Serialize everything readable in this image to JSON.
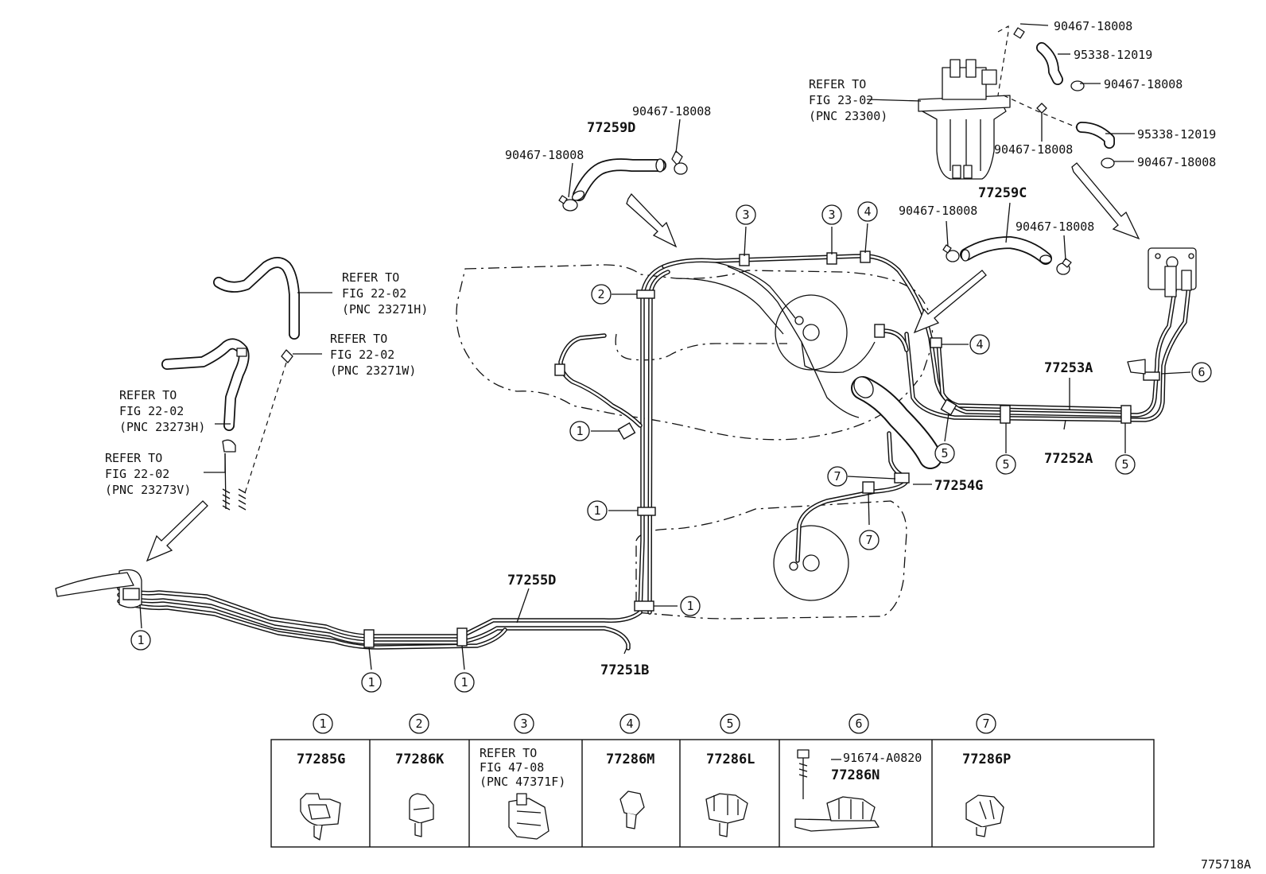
{
  "figure_id": "775718A",
  "parts": {
    "p77259D": "77259D",
    "p77259C": "77259C",
    "p77253A": "77253A",
    "p77252A": "77252A",
    "p77254G": "77254G",
    "p77255D": "77255D",
    "p77251B": "77251B"
  },
  "clamps": {
    "a": "90467-18008",
    "b": "90467-18008",
    "c": "90467-18008",
    "d": "90467-18008",
    "e": "90467-18008",
    "f": "90467-18008",
    "g": "90467-18008",
    "h": "90467-18008",
    "hose1": "95338-12019",
    "hose2": "95338-12019"
  },
  "refs": {
    "r1": {
      "line1": "REFER TO",
      "line2": "FIG 23-02",
      "line3": "(PNC 23300)"
    },
    "r2": {
      "line1": "REFER TO",
      "line2": "FIG 22-02",
      "line3": "(PNC 23271H)"
    },
    "r3": {
      "line1": "REFER TO",
      "line2": "FIG 22-02",
      "line3": "(PNC 23271W)"
    },
    "r4": {
      "line1": "REFER TO",
      "line2": "FIG 22-02",
      "line3": "(PNC 23273H)"
    },
    "r5": {
      "line1": "REFER TO",
      "line2": "FIG 22-02",
      "line3": "(PNC 23273V)"
    }
  },
  "callouts": [
    "1",
    "2",
    "3",
    "4",
    "5",
    "6",
    "7"
  ],
  "legend": [
    {
      "num": "1",
      "part": "77285G"
    },
    {
      "num": "2",
      "part": "77286K"
    },
    {
      "num": "3",
      "ref1": "REFER TO",
      "ref2": "FIG 47-08",
      "ref3": "(PNC 47371F)"
    },
    {
      "num": "4",
      "part": "77286M"
    },
    {
      "num": "5",
      "part": "77286L"
    },
    {
      "num": "6",
      "part": "77286N",
      "bolt": "91674-A0820"
    },
    {
      "num": "7",
      "part": "77286P"
    }
  ]
}
